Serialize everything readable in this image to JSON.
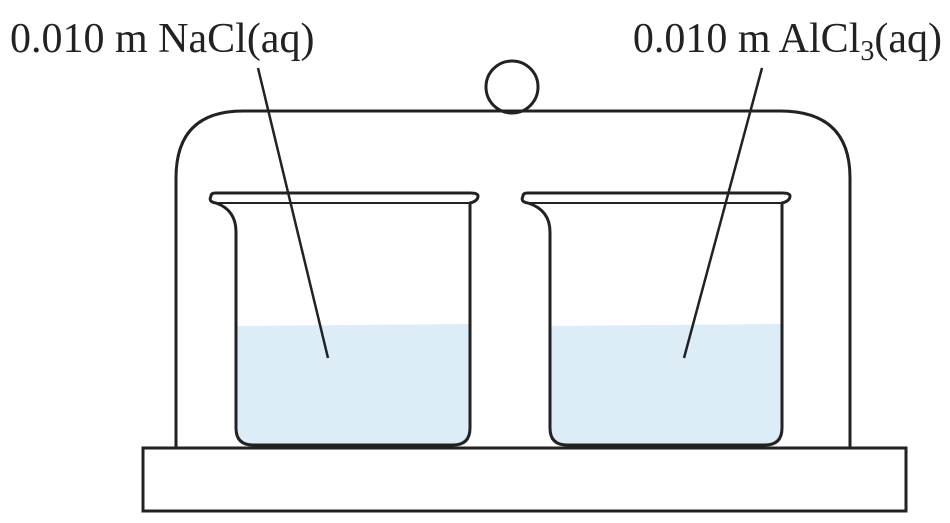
{
  "labels": {
    "left": "0.010 m NaCl(aq)",
    "right": {
      "prefix": "0.010 m AlCl",
      "subscript": "3",
      "suffix": "(aq)"
    }
  },
  "colors": {
    "stroke": "#222222",
    "solution": "#dcedf8",
    "background": "#ffffff"
  }
}
